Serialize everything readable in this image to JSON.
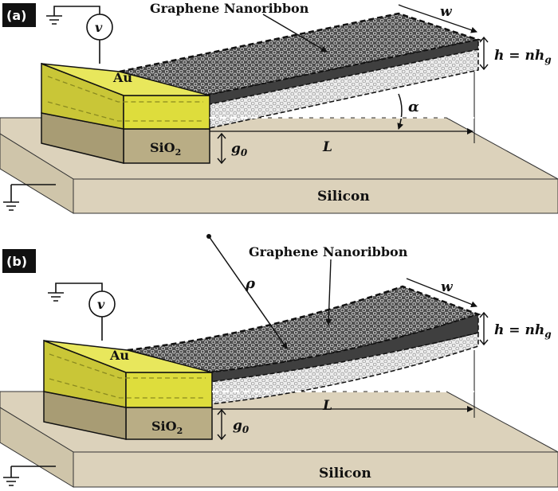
{
  "colors": {
    "silicon": "#dcd2bb",
    "silicon_side": "#cfc5aa",
    "gold_top": "#e7e65a",
    "gold_front": "#dedd3c",
    "gold_side": "#c9c637",
    "oxide": "#b9ad85",
    "oxide_side": "#a89c74",
    "ribbon_dark": "#4e4e4e",
    "ribbon_light": "#e6e6e6",
    "outline": "#111111"
  },
  "panel_a": {
    "tag": "(a)",
    "ribbon_label": "Graphene Nanoribbon",
    "gold_label": "Au",
    "oxide_label_main": "SiO",
    "oxide_label_sub": "2",
    "substrate_label": "Silicon",
    "source_symbol": "v",
    "width_symbol": "w",
    "height_lhs": "h",
    "height_eq": " = ",
    "height_rhs_n": "nh",
    "height_rhs_sub": "g",
    "angle_symbol": "α",
    "length_symbol": "L",
    "gap_main": "g",
    "gap_sub": "0"
  },
  "panel_b": {
    "tag": "(b)",
    "ribbon_label": "Graphene Nanoribbon",
    "gold_label": "Au",
    "oxide_label_main": "SiO",
    "oxide_label_sub": "2",
    "substrate_label": "Silicon",
    "source_symbol": "v",
    "width_symbol": "w",
    "height_lhs": "h",
    "height_eq": " = ",
    "height_rhs_n": "nh",
    "height_rhs_sub": "g",
    "radius_symbol": "ρ",
    "length_symbol": "L",
    "gap_main": "g",
    "gap_sub": "0"
  }
}
